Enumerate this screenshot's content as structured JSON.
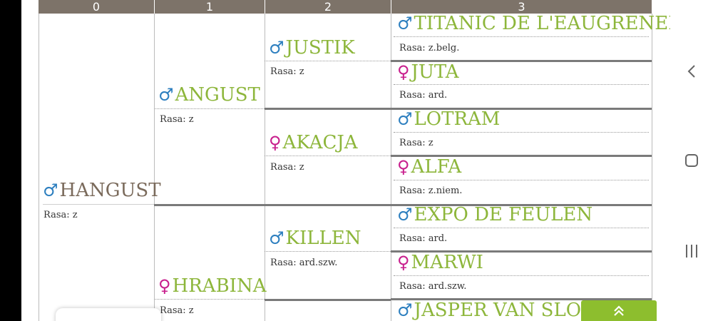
{
  "columns": [
    "0",
    "1",
    "2",
    "3"
  ],
  "rasa_prefix": "Rasa:",
  "animals": {
    "hangust": {
      "name": "HANGUST",
      "sex_symbol": "♂",
      "rasa": "Rasa: z"
    },
    "angust": {
      "name": "ANGUST",
      "sex_symbol": "♂",
      "rasa": "Rasa: z"
    },
    "hrabina": {
      "name": "HRABINA",
      "sex_symbol": "♀",
      "rasa": "Rasa: z"
    },
    "justik": {
      "name": "JUSTIK",
      "sex_symbol": "♂",
      "rasa": "Rasa: z"
    },
    "akacja": {
      "name": "AKACJA",
      "sex_symbol": "♀",
      "rasa": "Rasa: z"
    },
    "killen": {
      "name": "KILLEN",
      "sex_symbol": "♂",
      "rasa": "Rasa: ard.szw."
    },
    "titanic": {
      "name": "TITANIC DE L'EAUGRENEE",
      "sex_symbol": "♂",
      "rasa": "Rasa: z.belg."
    },
    "juta": {
      "name": "JUTA",
      "sex_symbol": "♀",
      "rasa": "Rasa: ard."
    },
    "lotram": {
      "name": "LOTRAM",
      "sex_symbol": "♂",
      "rasa": "Rasa: z"
    },
    "alfa": {
      "name": "ALFA",
      "sex_symbol": "♀",
      "rasa": "Rasa: z.niem."
    },
    "expo": {
      "name": "EXPO DE FEULEN",
      "sex_symbol": "♂",
      "rasa": "Rasa: ard."
    },
    "marwi": {
      "name": "MARWI",
      "sex_symbol": "♀",
      "rasa": "Rasa: ard.szw."
    },
    "jasper": {
      "name": "JASPER VAN SLOTS",
      "sex_symbol": "♂"
    }
  },
  "scroll_top_icon": "double-chevron-up-icon",
  "nav": {
    "back_icon": "back-chevron-icon",
    "home_icon": "home-square-icon",
    "recents_icon": "recents-bars-icon"
  }
}
